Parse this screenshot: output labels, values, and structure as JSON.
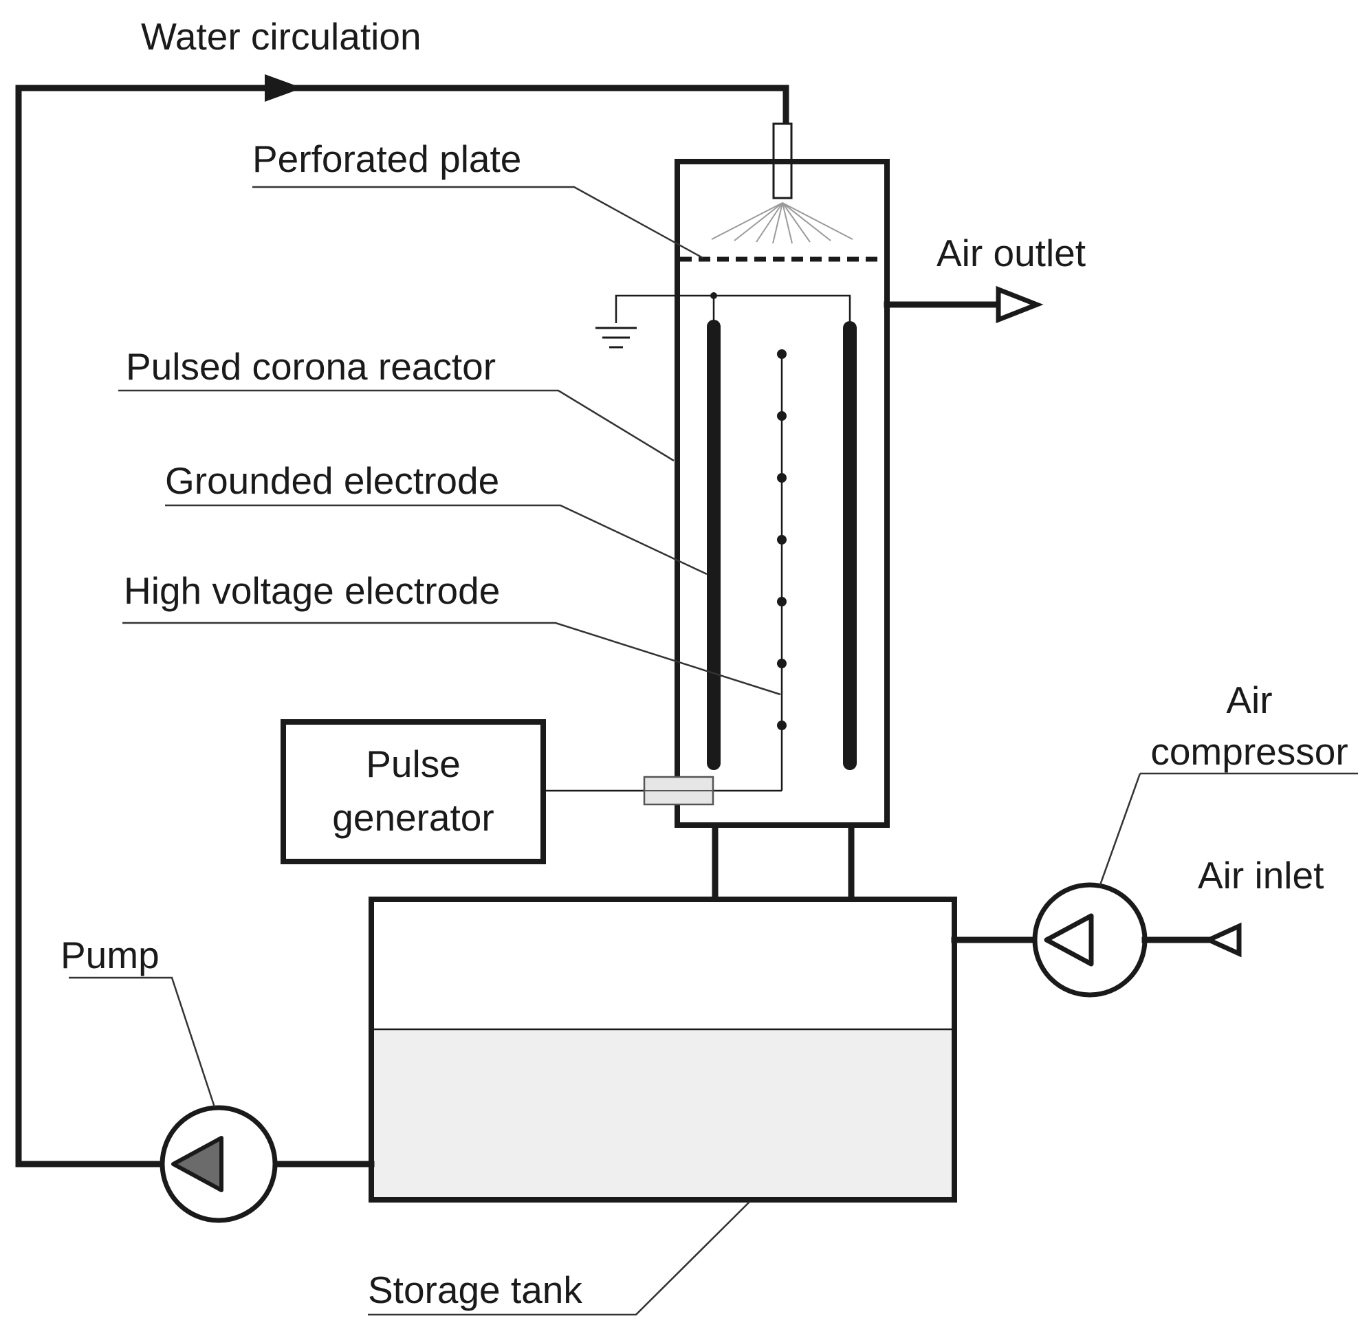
{
  "labels": {
    "water_circulation": "Water circulation",
    "perforated_plate": "Perforated plate",
    "air_outlet": "Air outlet",
    "pulsed_corona_reactor": "Pulsed corona reactor",
    "grounded_electrode": "Grounded electrode",
    "high_voltage_electrode": "High voltage electrode",
    "pulse_generator_line1": "Pulse",
    "pulse_generator_line2": "generator",
    "air_compressor_line1": "Air",
    "air_compressor_line2": "compressor",
    "air_inlet": "Air inlet",
    "pump": "Pump",
    "storage_tank": "Storage tank"
  },
  "colors": {
    "line": "#1a1a1a",
    "water": "#efefef",
    "pump_triangle": "#6b6b6b",
    "feedthrough": "#e6e6e6",
    "spray": "#9a9a9a"
  },
  "icons": {
    "ground": "ground-symbol-icon",
    "pump": "pump-icon",
    "compressor": "air-compressor-icon",
    "nozzle": "spray-nozzle-icon"
  }
}
